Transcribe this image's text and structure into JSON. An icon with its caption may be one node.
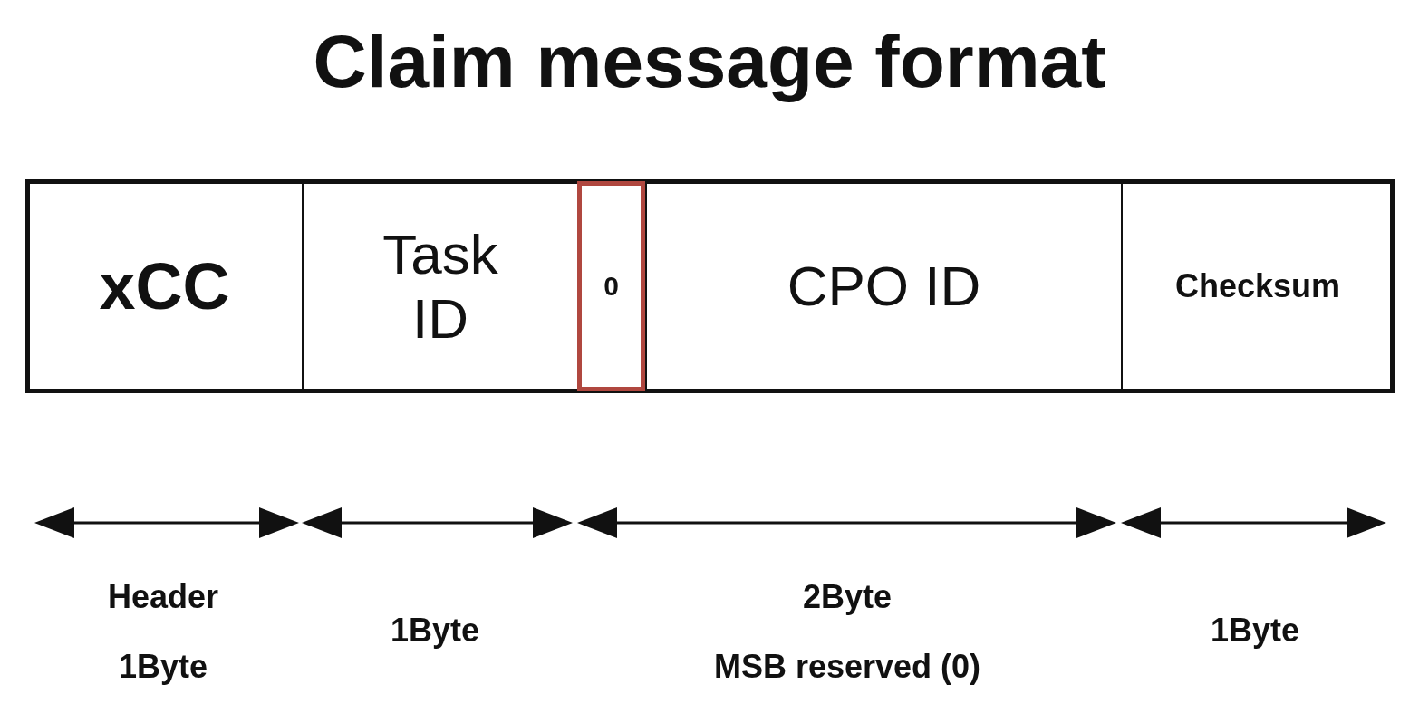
{
  "diagram": {
    "title": "Claim message format",
    "nodes": [
      {
        "text": [
          "xCC"
        ]
      },
      {
        "text": [
          "Task ID"
        ]
      },
      {
        "text": [
          "0"
        ]
      },
      {
        "text": [
          "CPO ID"
        ]
      },
      {
        "text": [
          "Checksum"
        ]
      }
    ],
    "labels": [
      "Header 1Byte",
      "1Byte",
      "2Byte",
      "MSB reserved (0)",
      "1Byte"
    ]
  }
}
